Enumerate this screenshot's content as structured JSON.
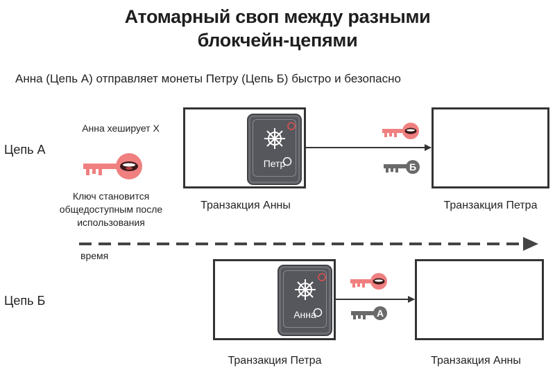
{
  "title_line1": "Атомарный своп между разными",
  "title_line2": "блокчейн-цепями",
  "subtitle": "Анна (Цепь А) отправляет монеты Петру (Цепь Б) быстро и безопасно",
  "chain_a": {
    "label": "Цепь А",
    "hash_note": "Анна хеширует X",
    "key_note_line1": "Ключ становится",
    "key_note_line2": "общедоступным после",
    "key_note_line3": "использования",
    "safe_label": "Петр",
    "from_caption": "Транзакция Анны",
    "to_caption": "Транзакция Петра",
    "key_letter": "Б"
  },
  "timeline_label": "время",
  "chain_b": {
    "label": "Цепь Б",
    "safe_label": "Анна",
    "from_caption": "Транзакция Петра",
    "to_caption": "Транзакция Анны",
    "key_letter": "А"
  },
  "colors": {
    "secret_key": "#f08080",
    "plain_key": "#6a6a6a",
    "safe": "#55575c",
    "arrow": "#333333",
    "lock_red": "#e05050"
  },
  "icons": [
    "safe-icon",
    "red-key-icon",
    "grey-key-icon",
    "lips-icon",
    "lock-icon",
    "arrow-right-icon"
  ]
}
